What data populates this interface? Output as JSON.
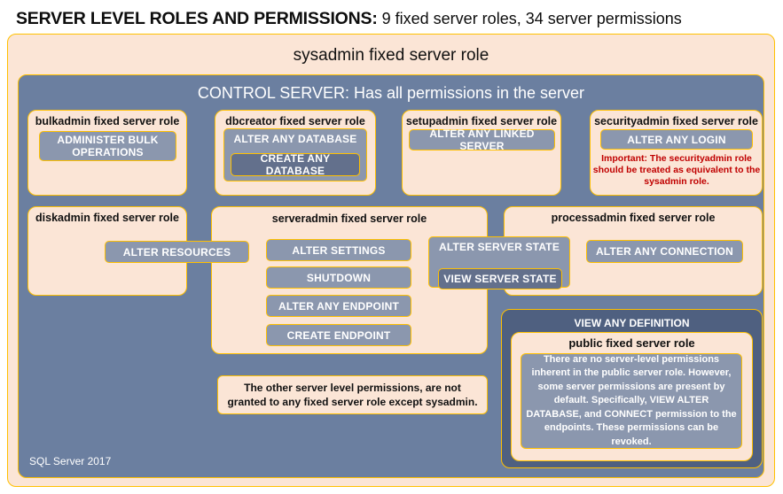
{
  "title": {
    "strong": "SERVER LEVEL ROLES AND PERMISSIONS:",
    "sub": " 9 fixed server roles, 34 server permissions"
  },
  "colors": {
    "frame_border": "#ffc000",
    "peach_fill": "#fbe5d6",
    "blue_fill": "#6b7fa0",
    "dark_blue_fill": "#4f6080",
    "permission_fill": "#8b97ae",
    "permission_nested_fill": "#63708c",
    "warning_text": "#c00000"
  },
  "sysadmin": {
    "label": "sysadmin  fixed server  role"
  },
  "control_server": {
    "label": "CONTROL SERVER: Has all permissions in the server"
  },
  "roles": {
    "bulkadmin": {
      "label": "bulkadmin  fixed server role",
      "permissions": {
        "administer_bulk_operations_line1": "ADMINISTER  BULK",
        "administer_bulk_operations_line2": "OPERATIONS"
      }
    },
    "dbcreator": {
      "label": "dbcreator fixed server role",
      "permissions": {
        "alter_any_database": "ALTER ANY DATABASE",
        "create_any_database": "CREATE  ANY DATABASE"
      }
    },
    "setupadmin": {
      "label": "setupadmin fixed server role",
      "permissions": {
        "alter_any_linked_server": "ALTER ANY LINKED SERVER"
      }
    },
    "securityadmin": {
      "label": "securityadmin  fixed server role",
      "permissions": {
        "alter_any_login": "ALTER ANY LOGIN"
      },
      "note": "Important:  The securityadmin role should  be treated  as equivalent to the  sysadmin role."
    },
    "diskadmin": {
      "label": "diskadmin  fixed server role",
      "permissions": {
        "alter_resources": "ALTER RESOURCES"
      }
    },
    "serveradmin": {
      "label": "serveradmin fixed server role",
      "permissions": {
        "alter_settings": "ALTER SETTINGS",
        "shutdown": "SHUTDOWN",
        "alter_any_endpoint": "ALTER ANY ENDPOINT",
        "create_endpoint": "CREATE  ENDPOINT",
        "alter_server_state": "ALTER SERVER  STATE",
        "view_server_state": "VIEW SERVER  STATE"
      }
    },
    "processadmin": {
      "label": "processadmin  fixed server role",
      "permissions": {
        "alter_any_connection": "ALTER ANY CONNECTION"
      }
    },
    "public": {
      "view_any_definition": "VIEW ANY DEFINITION",
      "label": "public  fixed server role",
      "note": "There are no server-level permissions inherent in the public server role. However, some server permissions are present by default. Specifically, VIEW ALTER DATABASE, and CONNECT permission to the endpoints. These permissions can be revoked."
    }
  },
  "other_permissions_note": "The other server level permissions,  are not granted to any fixed server role except sysadmin.",
  "footer": {
    "version": "SQL Server 2017"
  }
}
